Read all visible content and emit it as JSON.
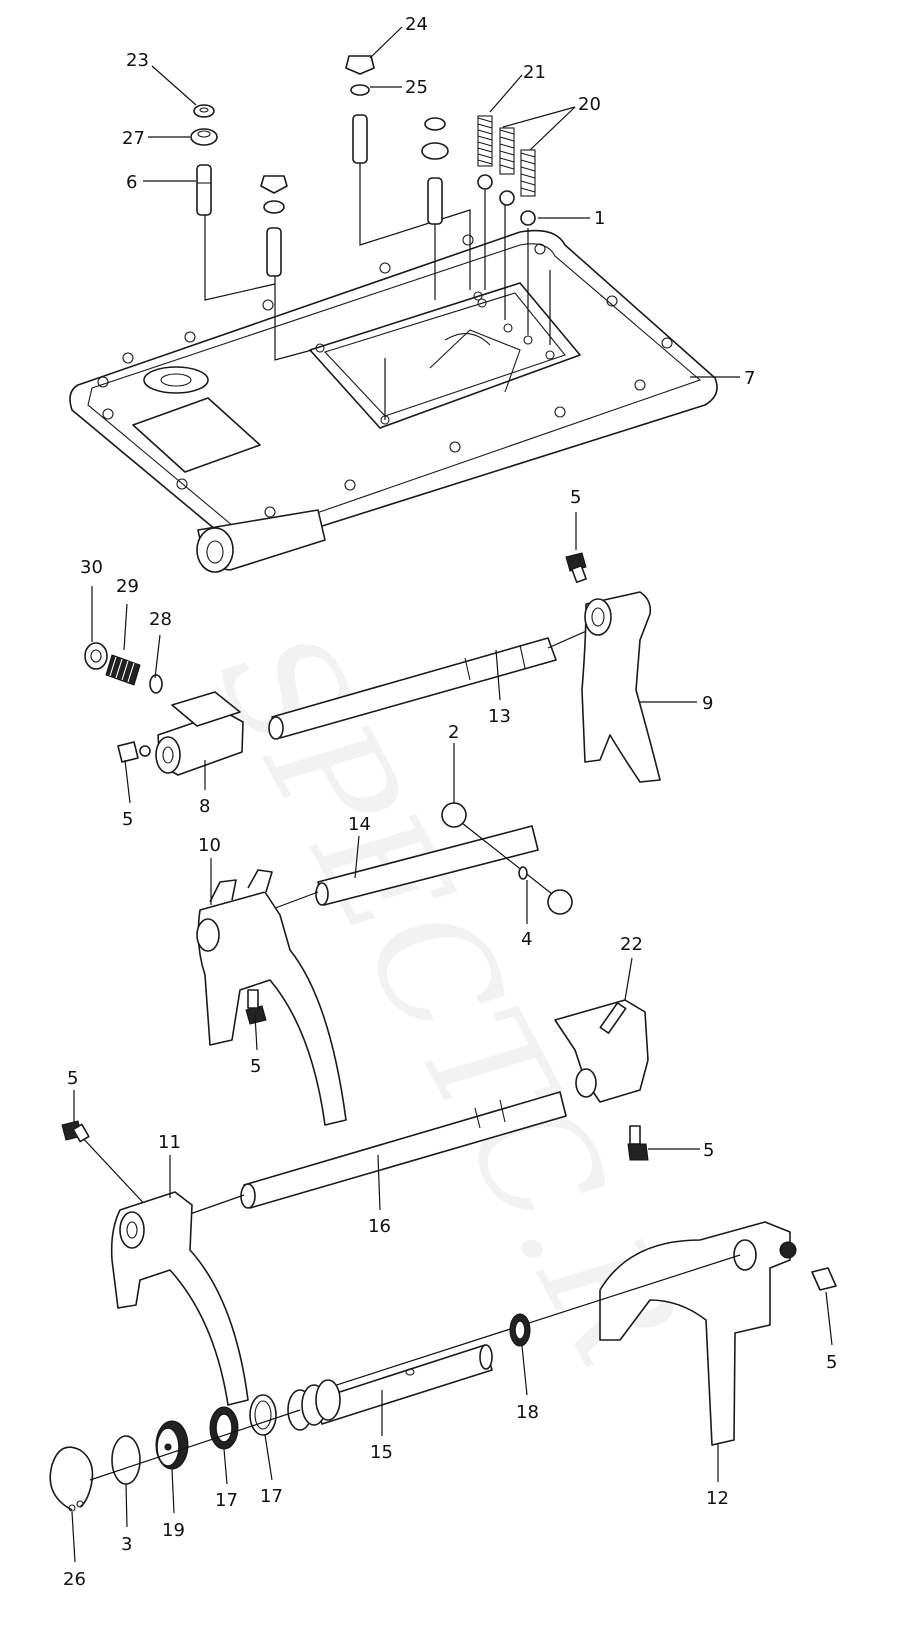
{
  "watermark": "SPECTC.R",
  "callouts": {
    "c1": "1",
    "c2": "2",
    "c3": "3",
    "c4": "4",
    "c5a": "5",
    "c5b": "5",
    "c5c": "5",
    "c5d": "5",
    "c5e": "5",
    "c5f": "5",
    "c6": "6",
    "c7": "7",
    "c8": "8",
    "c9": "9",
    "c10": "10",
    "c11": "11",
    "c12": "12",
    "c13": "13",
    "c14": "14",
    "c15": "15",
    "c16": "16",
    "c17a": "17",
    "c17b": "17",
    "c18": "18",
    "c19": "19",
    "c20": "20",
    "c21": "21",
    "c22": "22",
    "c23": "23",
    "c24": "24",
    "c25": "25",
    "c26": "26",
    "c27": "27",
    "c28": "28",
    "c29": "29",
    "c30": "30"
  }
}
